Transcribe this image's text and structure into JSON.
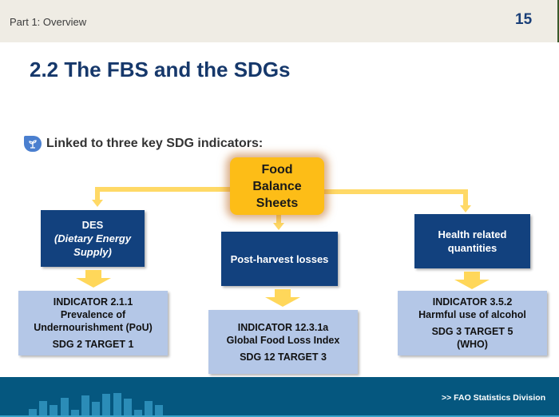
{
  "header": {
    "section": "Part 1: Overview",
    "slide_number": "15"
  },
  "title": "2.2 The FBS and the SDGs",
  "bullet": {
    "icon": "plant-sprout-icon",
    "text": "Linked to three key SDG indicators:"
  },
  "center_node": {
    "lines": [
      "Food",
      "Balance",
      "Sheets"
    ]
  },
  "branches": [
    {
      "node": {
        "title": "DES",
        "subtitle": "(Dietary Energy Supply)"
      },
      "indicator": {
        "line1": "INDICATOR  2.1.1",
        "line2": "Prevalence of",
        "line3": "Undernourishment (PoU)",
        "target": "SDG 2 TARGET 1"
      }
    },
    {
      "node": {
        "title": "Post-harvest losses"
      },
      "indicator": {
        "line1": "INDICATOR 12.3.1a",
        "line2": "Global Food Loss Index",
        "target": "SDG 12 TARGET 3"
      }
    },
    {
      "node": {
        "title": "Health related quantities"
      },
      "indicator": {
        "line1": "INDICATOR 3.5.2",
        "line2": "Harmful use of alcohol",
        "target": "SDG 3 TARGET 5",
        "target2": "(WHO)"
      }
    }
  ],
  "footer": {
    "text": ">>  FAO Statistics Division",
    "bars": [
      10,
      20,
      15,
      24,
      9,
      27,
      19,
      29,
      30,
      23,
      9,
      20,
      15
    ]
  },
  "colors": {
    "navy": "#12417e",
    "gold": "#fdbd17",
    "light_blue": "#b4c7e7",
    "footer": "#05577f"
  }
}
